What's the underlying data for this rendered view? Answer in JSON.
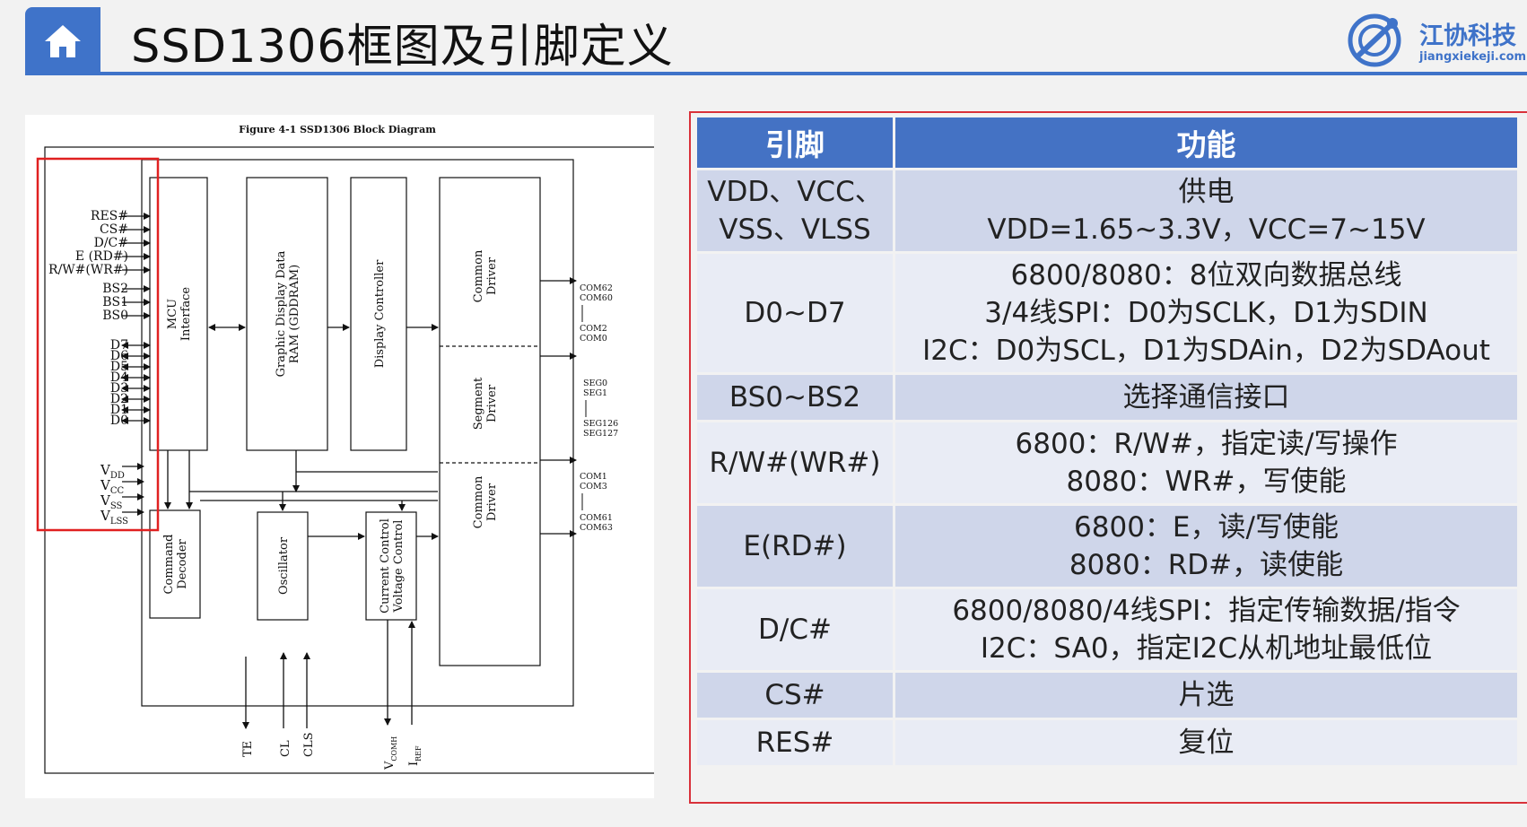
{
  "header": {
    "title": "SSD1306框图及引脚定义",
    "logo_name": "江协科技",
    "logo_url": "jiangxiekeji.com",
    "accent_color": "#3f73c9"
  },
  "diagram": {
    "caption": "Figure 4-1 SSD1306 Block Diagram",
    "highlight_color": "#e02020",
    "left_pins": [
      "RES#",
      "CS#",
      "D/C#",
      "E (RD#)",
      "R/W#(WR#)",
      "BS2",
      "BS1",
      "BS0",
      "D7",
      "D6",
      "D5",
      "D4",
      "D3",
      "D2",
      "D1",
      "D0"
    ],
    "power_pins": [
      {
        "base": "V",
        "sub": "DD"
      },
      {
        "base": "V",
        "sub": "CC"
      },
      {
        "base": "V",
        "sub": "SS"
      },
      {
        "base": "V",
        "sub": "LSS"
      }
    ],
    "blocks": {
      "mcu_1": "MCU",
      "mcu_2": "Interface",
      "gddram_1": "Graphic Display Data",
      "gddram_2": "RAM (GDDRAM)",
      "display_controller": "Display Controller",
      "common1_1": "Common",
      "common1_2": "Driver",
      "segment_1": "Segment",
      "segment_2": "Driver",
      "common2_1": "Common",
      "common2_2": "Driver",
      "command_1": "Command",
      "command_2": "Decoder",
      "oscillator": "Oscillator",
      "current_1": "Current Control",
      "current_2": "Voltage Control"
    },
    "right_labels": {
      "com62": "COM62",
      "com60": "COM60",
      "com2": "COM2",
      "com0": "COM0",
      "seg0": "SEG0",
      "seg1": "SEG1",
      "seg126": "SEG126",
      "seg127": "SEG127",
      "com1": "COM1",
      "com3": "COM3",
      "com61": "COM61",
      "com63": "COM63"
    },
    "bottom_labels": {
      "te": "TE",
      "cl": "CL",
      "cls": "CLS",
      "vcomh_base": "V",
      "vcomh_sub": "COMH",
      "iref_base": "I",
      "iref_sub": "REF"
    }
  },
  "pin_table": {
    "header_color": "#4472c4",
    "border_color": "#d9313a",
    "headers": {
      "pin": "引脚",
      "function": "功能"
    },
    "rows": [
      {
        "pin": [
          "VDD、VCC、",
          "VSS、VLSS"
        ],
        "function": [
          "供电",
          "VDD=1.65~3.3V，VCC=7~15V"
        ]
      },
      {
        "pin": [
          "D0~D7"
        ],
        "function": [
          "6800/8080：8位双向数据总线",
          "3/4线SPI：D0为SCLK，D1为SDIN",
          "I2C：D0为SCL，D1为SDAin，D2为SDAout"
        ]
      },
      {
        "pin": [
          "BS0~BS2"
        ],
        "function": [
          "选择通信接口"
        ]
      },
      {
        "pin": [
          "R/W#(WR#)"
        ],
        "function": [
          "6800：R/W#，指定读/写操作",
          "8080：WR#，写使能"
        ]
      },
      {
        "pin": [
          "E(RD#)"
        ],
        "function": [
          "6800：E，读/写使能",
          "8080：RD#，读使能"
        ]
      },
      {
        "pin": [
          "D/C#"
        ],
        "function": [
          "6800/8080/4线SPI：指定传输数据/指令",
          "I2C：SA0，指定I2C从机地址最低位"
        ]
      },
      {
        "pin": [
          "CS#"
        ],
        "function": [
          "片选"
        ]
      },
      {
        "pin": [
          "RES#"
        ],
        "function": [
          "复位"
        ]
      }
    ]
  }
}
